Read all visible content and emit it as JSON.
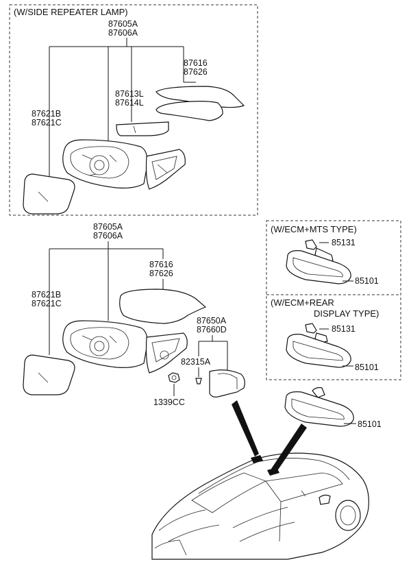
{
  "boxes": {
    "side_repeater_title": "(W/SIDE REPEATER LAMP)",
    "ecm_mts_title": "(W/ECM+MTS TYPE)",
    "ecm_rear_title_line1": "(W/ECM+REAR",
    "ecm_rear_title_line2": "DISPLAY TYPE)"
  },
  "labels": {
    "a_87605A": "87605A",
    "a_87606A": "87606A",
    "a_87616": "87616",
    "a_87626": "87626",
    "a_87613L": "87613L",
    "a_87614L": "87614L",
    "a_87621B": "87621B",
    "a_87621C": "87621C",
    "b_87605A": "87605A",
    "b_87606A": "87606A",
    "b_87616": "87616",
    "b_87626": "87626",
    "b_87621B": "87621B",
    "b_87621C": "87621C",
    "p_87650A": "87650A",
    "p_87660D": "87660D",
    "p_82315A": "82315A",
    "p_1339CC": "1339CC",
    "m1_85131": "85131",
    "m1_85101": "85101",
    "m2_85131": "85131",
    "m2_85101": "85101",
    "m3_85101": "85101"
  }
}
